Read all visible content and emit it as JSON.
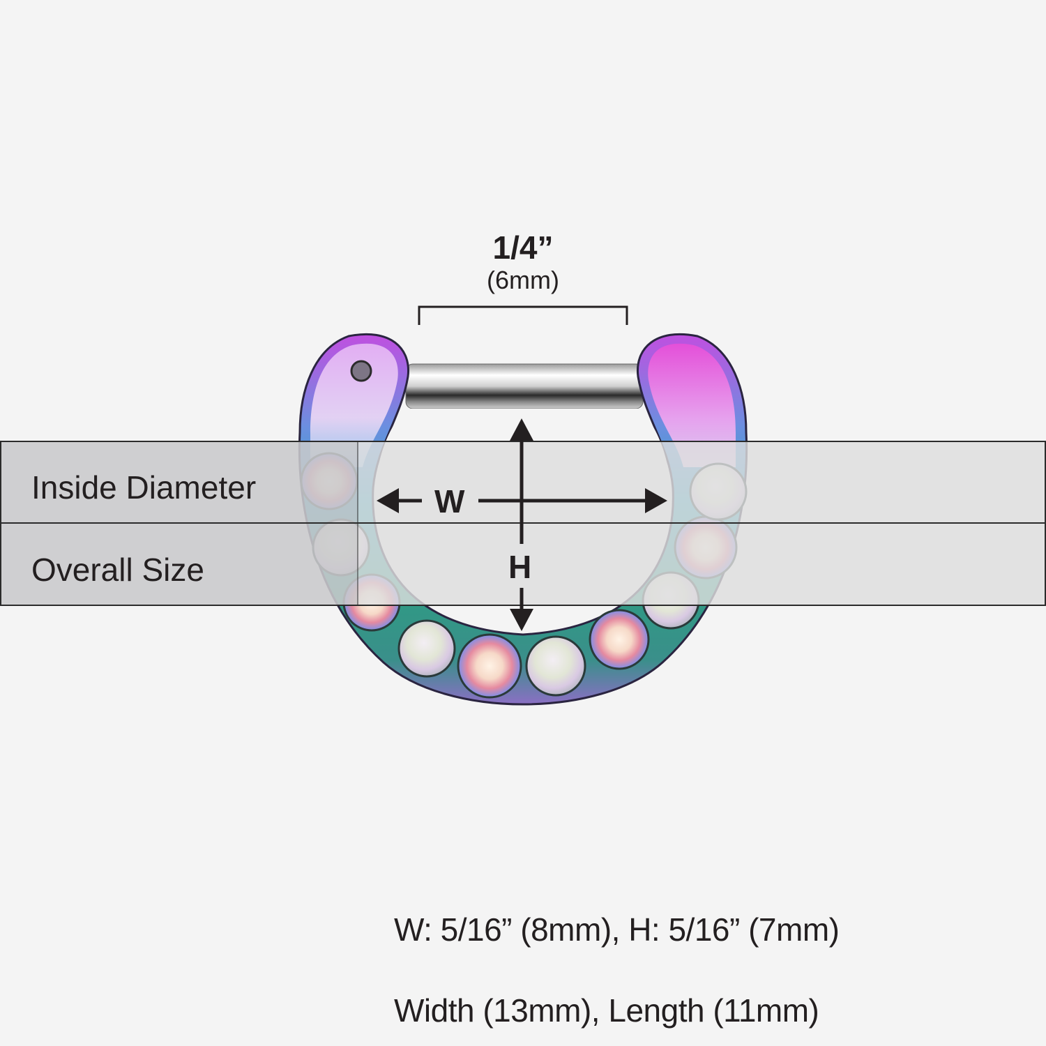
{
  "gauge_bar": {
    "fraction": "1/4”",
    "metric": "(6mm)"
  },
  "table": {
    "rows": [
      {
        "label": "Inside Diameter"
      },
      {
        "label": "Overall Size"
      }
    ],
    "label_bg": "#c9cacc",
    "value_bg": "#dedede",
    "border": "#2b2b2b"
  },
  "axes": {
    "width_letter": "W",
    "height_letter": "H"
  },
  "specs": {
    "inside_diameter": "W: 5/16” (8mm), H: 5/16” (7mm)",
    "overall_size": "Width (13mm), Length (11mm)"
  },
  "product": {
    "gems": [
      "ab-crystal",
      "opal",
      "ab-crystal",
      "opal",
      "ab-crystal",
      "opal",
      "ab-crystal",
      "opal",
      "ab-crystal",
      "opal"
    ],
    "finish_colors": [
      "#d14fe0",
      "#3aa6c9",
      "#2e9a86",
      "#8b6fc4"
    ]
  }
}
